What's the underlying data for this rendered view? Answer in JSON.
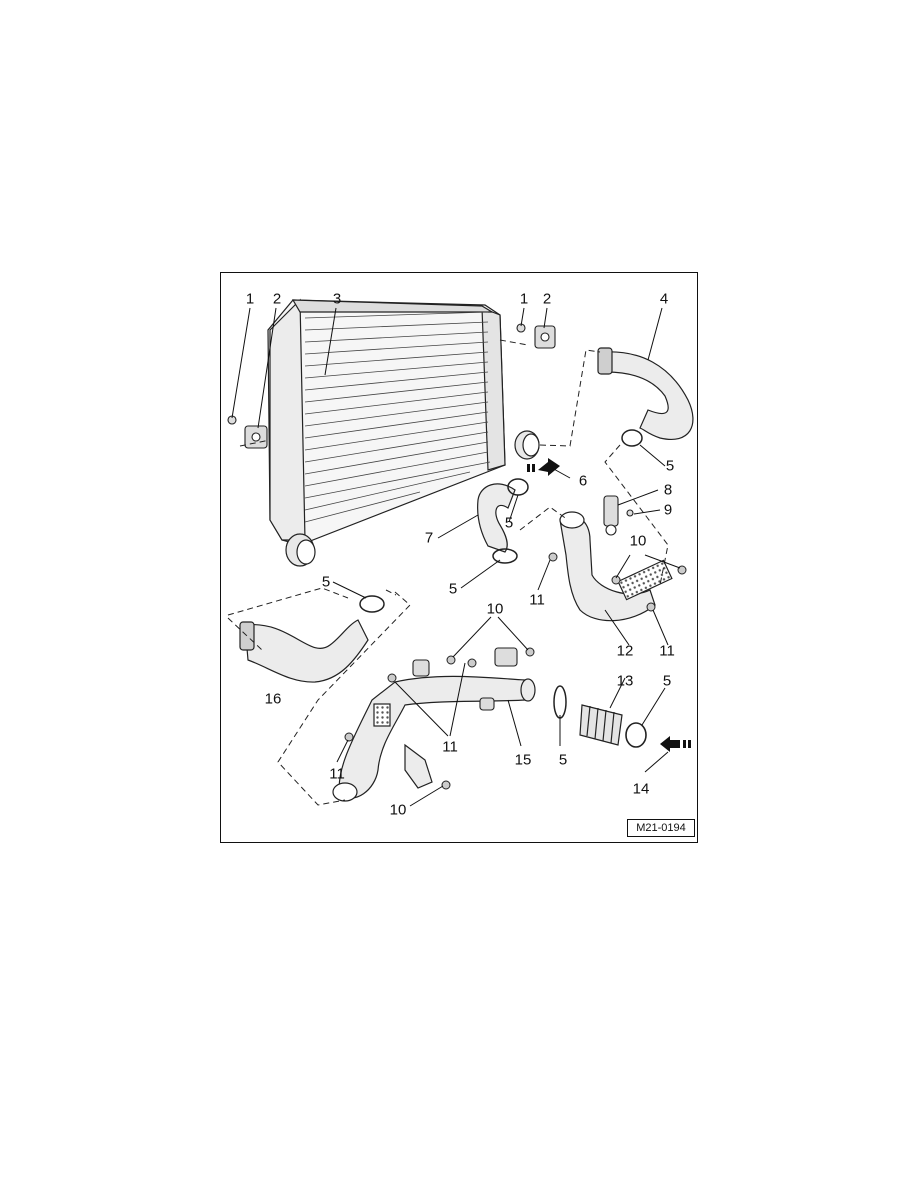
{
  "diagram": {
    "figure_code": "M21-0194",
    "callouts": {
      "c1a": "1",
      "c2a": "2",
      "c3": "3",
      "c1b": "1",
      "c2b": "2",
      "c4": "4",
      "c5a": "5",
      "c6": "6",
      "c8": "8",
      "c9": "9",
      "c7": "7",
      "c5b": "5",
      "c10a": "10",
      "c5c": "5",
      "c11a": "11",
      "c5d": "5",
      "c12": "12",
      "c11b": "11",
      "c10b": "10",
      "c16": "16",
      "c13": "13",
      "c5e": "5",
      "c11c": "11",
      "c15": "15",
      "c5f": "5",
      "c11d": "11",
      "c10c": "10",
      "c14": "14"
    }
  }
}
